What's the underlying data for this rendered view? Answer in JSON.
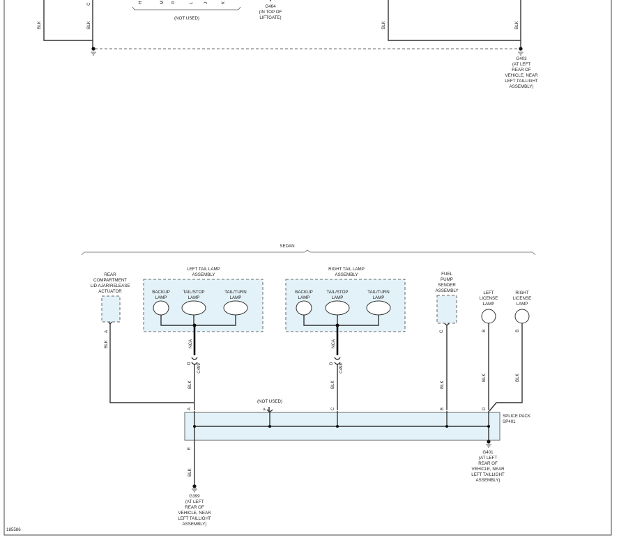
{
  "top": {
    "pins": [
      "H",
      "M",
      "G",
      "L",
      "J",
      "K"
    ],
    "pin_c": "C",
    "not_used": "(NOT USED)",
    "g464": [
      "G464",
      "(IN TOP OF",
      "LIFTGATE)"
    ],
    "blk": "BLK",
    "g403": [
      "G403",
      "(AT LEFT",
      "REAR OF",
      "VEHICLE, NEAR",
      "LEFT TAILLIGHT",
      "ASSEMBLY)"
    ]
  },
  "sedan": "SEDAN",
  "rear_actuator": {
    "lines": [
      "REAR",
      "COMPARTMENT",
      "LID AJAR/RELEASE",
      "ACTUATOR"
    ],
    "pin": "A",
    "wire": "BLK"
  },
  "left_tail": {
    "title": [
      "LEFT TAIL LAMP",
      "ASSEMBLY"
    ],
    "lamps": [
      [
        "BACKUP",
        "LAMP"
      ],
      [
        "TAIL/STOP",
        "LAMP"
      ],
      [
        "TAIL/TURN",
        "LAMP"
      ]
    ],
    "wire1": "NCA",
    "pin": "D",
    "connector": "C499",
    "wire2": "BLK"
  },
  "right_tail": {
    "title": [
      "RIGHT TAIL LAMP",
      "ASSEMBLY"
    ],
    "lamps": [
      [
        "BACKUP",
        "LAMP"
      ],
      [
        "TAIL/STOP",
        "LAMP"
      ],
      [
        "TAIL/TURN",
        "LAMP"
      ]
    ],
    "wire1": "NCA",
    "pin": "D",
    "connector": "C498",
    "wire2": "BLK"
  },
  "fuel_pump": {
    "lines": [
      "FUEL",
      "PUMP",
      "SENDER",
      "ASSEMBLY"
    ],
    "pin": "C",
    "wire": "BLK"
  },
  "left_license": {
    "lines": [
      "LEFT",
      "LICENSE",
      "LAMP"
    ],
    "pin": "B",
    "wire": "BLK"
  },
  "right_license": {
    "lines": [
      "RIGHT",
      "LICENSE",
      "LAMP"
    ],
    "pin": "B",
    "wire": "BLK"
  },
  "splice": {
    "label": [
      "SPLICE PACK",
      "SP401"
    ],
    "not_used": "(NOT USED)",
    "pins": {
      "a": "A",
      "f": "F",
      "c": "C",
      "b": "B",
      "d": "D",
      "e": "E"
    }
  },
  "g399": {
    "wire": "BLK",
    "lines": [
      "G399",
      "(AT LEFT",
      "REAR OF",
      "VEHICLE, NEAR",
      "LEFT TAILLIGHT",
      "ASSEMBLY)"
    ]
  },
  "g401": {
    "lines": [
      "G401",
      "(AT LEFT",
      "REAR OF",
      "VEHICLE, NEAR",
      "LEFT TAILLIGHT",
      "ASSEMBLY)"
    ]
  },
  "figure_id": "185586"
}
